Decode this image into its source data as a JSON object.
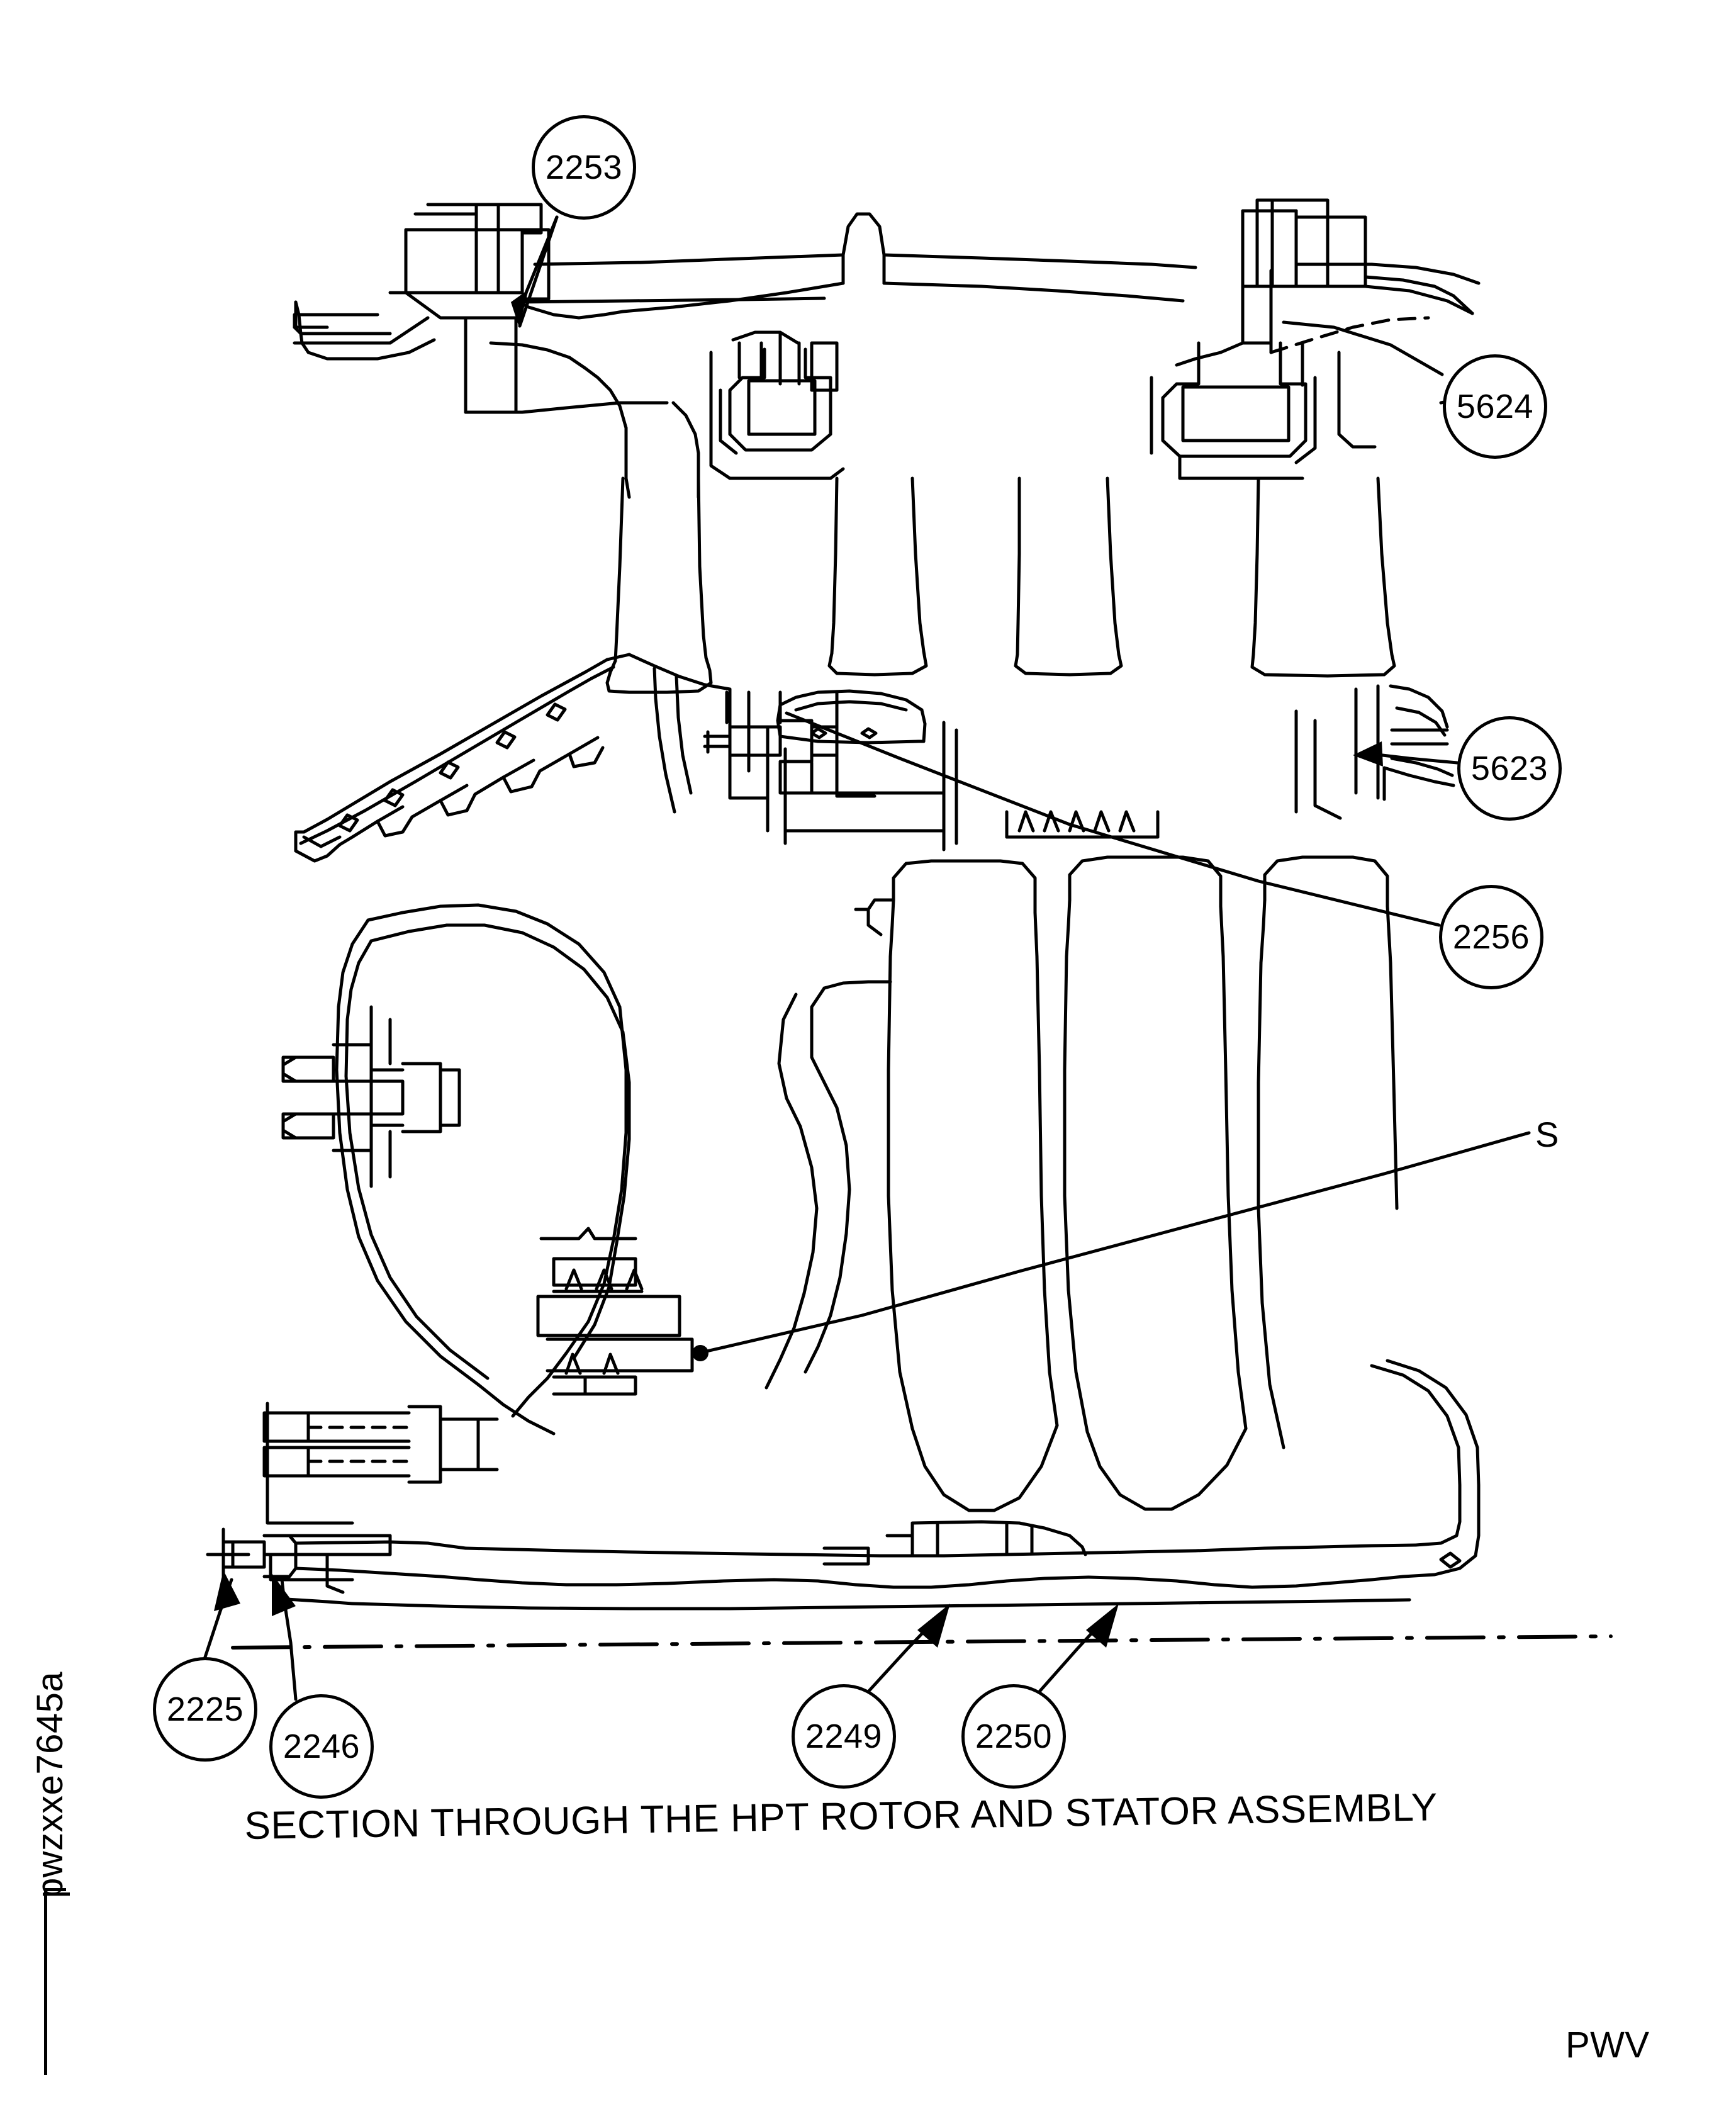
{
  "drawing": {
    "title": "SECTION THROUGH THE HPT ROTOR AND STATOR ASSEMBLY",
    "type": "engineering-cross-section",
    "line_color": "#000000",
    "background_color": "#ffffff"
  },
  "callouts": [
    {
      "id": "2253",
      "label": "2253",
      "position": "upper-left",
      "leader": "line-to-upper-left-flange"
    },
    {
      "id": "5624",
      "label": "5624",
      "position": "upper-right",
      "leader": "line-to-upper-right-seal"
    },
    {
      "id": "5623",
      "label": "5623",
      "position": "middle-right",
      "leader": "arrow-to-mid-right-hook-seal"
    },
    {
      "id": "2256",
      "label": "2256",
      "position": "middle-right-lower",
      "leader": "long-line-to-mid-left-vane-tip"
    },
    {
      "id": "2225",
      "label": "2225",
      "position": "bottom-left",
      "leader": "arrow-up-to-shaft-end"
    },
    {
      "id": "2246",
      "label": "2246",
      "position": "bottom-left-inner",
      "leader": "arrow-up-to-shaft-flange"
    },
    {
      "id": "2249",
      "label": "2249",
      "position": "bottom-center-left",
      "leader": "arrow-up-right-to-rotor-hub"
    },
    {
      "id": "2250",
      "label": "2250",
      "position": "bottom-center-right",
      "leader": "arrow-up-right-to-rotor-hub"
    }
  ],
  "annotations": {
    "s_label": "S",
    "s_leader": "line-from-right-edge-to-dot-on-rotor-web"
  },
  "footer": {
    "side_code": "pwzxxe7645a",
    "corner_code": "PWV"
  }
}
